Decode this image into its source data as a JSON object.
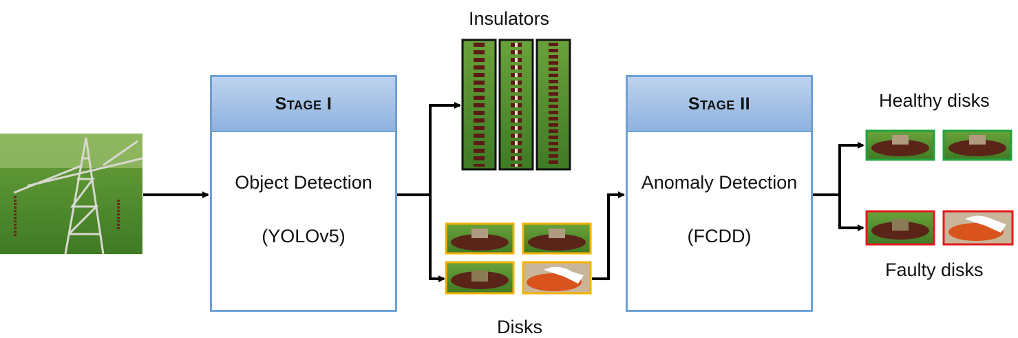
{
  "stage1": {
    "title": "Stage I",
    "task": "Object Detection",
    "method": "(YOLOv5)"
  },
  "stage2": {
    "title": "Stage II",
    "task": "Anomaly Detection",
    "method": "(FCDD)"
  },
  "labels": {
    "insulators": "Insulators",
    "disks": "Disks",
    "healthy": "Healthy disks",
    "faulty": "Faulty disks"
  },
  "colors": {
    "stage_border": "#6fa0d4",
    "disk_border": "#f2b300",
    "healthy_border": "#21a340",
    "faulty_border": "#e01b1b",
    "insulator_border": "#111111"
  }
}
